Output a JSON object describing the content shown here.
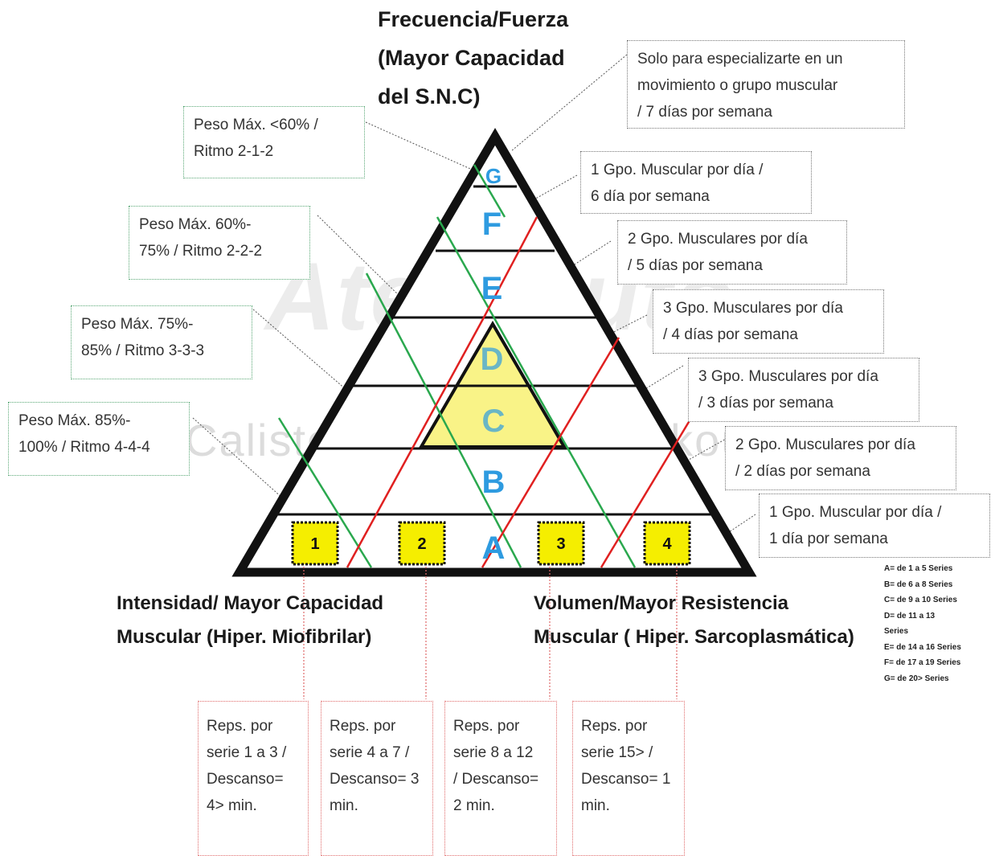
{
  "top_title": [
    "Frecuencia/Fuerza",
    "(Mayor Capacidad",
    "del S.N.C)"
  ],
  "left_axis": [
    "Intensidad/ Mayor Capacidad",
    "Muscular (Hiper. Miofibrilar)"
  ],
  "right_axis": [
    "Volumen/Mayor Resistencia",
    "Muscular ( Hiper. Sarcoplasmática)"
  ],
  "levels": [
    "A",
    "B",
    "C",
    "D",
    "E",
    "F",
    "G"
  ],
  "boxes": [
    "1",
    "2",
    "3",
    "4"
  ],
  "left_notes": [
    [
      "Peso  Máx. <60% /",
      "Ritmo 2-1-2"
    ],
    [
      "Peso  Máx. 60%-",
      "75% / Ritmo 2-2-2"
    ],
    [
      "Peso  Máx. 75%-",
      "85% / Ritmo 3-3-3"
    ],
    [
      "Peso  Máx. 85%-",
      "100% / Ritmo 4-4-4"
    ]
  ],
  "right_notes": [
    [
      "Solo para especializarte en un",
      "movimiento o grupo muscular",
      "/ 7 días por  semana"
    ],
    [
      "1 Gpo. Muscular por día /",
      "6 día por semana"
    ],
    [
      "2 Gpo. Musculares por día",
      "/ 5 días por semana"
    ],
    [
      "3 Gpo. Musculares por día",
      "/ 4 días por semana"
    ],
    [
      "3 Gpo. Musculares por día",
      "/ 3 días por semana"
    ],
    [
      "2 Gpo. Musculares por día",
      "/ 2 días por semana"
    ],
    [
      "1 Gpo. Muscular por día /",
      "1 día por semana"
    ]
  ],
  "bottom_notes": [
    [
      "Reps. por",
      "serie 1 a 3 /",
      "Descanso=",
      "4> min."
    ],
    [
      "Reps. por",
      "serie 4 a 7 /",
      "Descanso= 3",
      "min."
    ],
    [
      "Reps. por",
      "serie 8 a 12",
      "/ Descanso=",
      "2 min."
    ],
    [
      "Reps. por",
      "serie 15> /",
      "Descanso= 1",
      "min."
    ]
  ],
  "legend": [
    "A= de 1 a 5 Series",
    "B= de 6 a 8 Series",
    "C= de 9 a 10 Series",
    "D= de 11 a 13",
    "Series",
    "E= de 14 a 16 Series",
    "F= de 17 a 19 Series",
    "G= de 20> Series"
  ],
  "watermark": {
    "logo": "Aternauto",
    "tagline": "Calistenia | Street Workout"
  },
  "colors": {
    "level_letter": "#2e9be0",
    "yellow": "#f5ee00",
    "inner_triangle": "#f8f27a",
    "green_line": "#2aa84e",
    "red_line": "#e02020",
    "frame": "#111111"
  }
}
